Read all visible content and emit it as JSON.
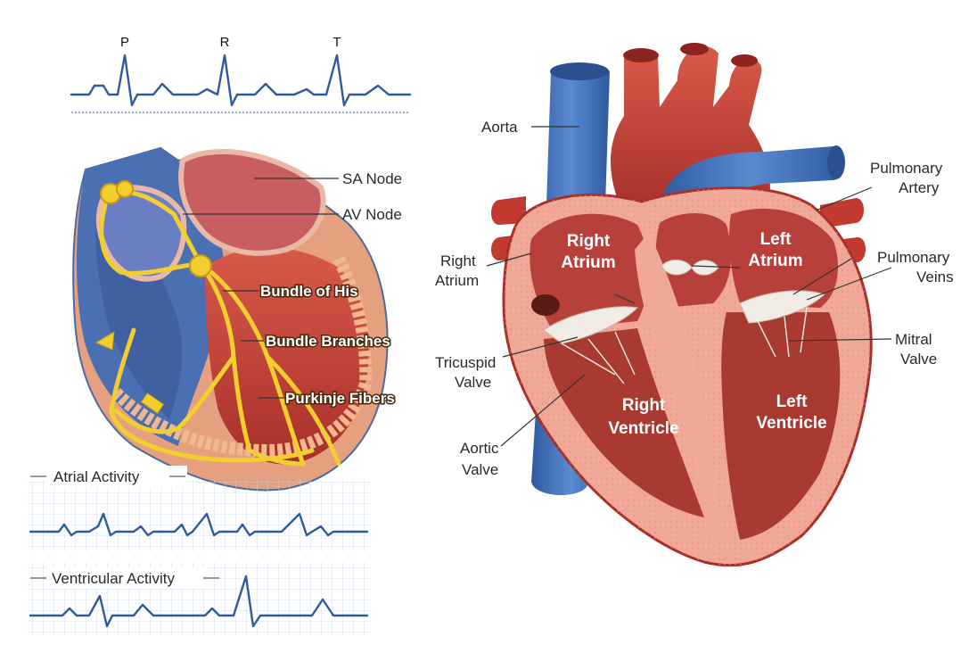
{
  "top_ecg": {
    "peaks": [
      "P",
      "R",
      "T"
    ]
  },
  "conduction_labels": {
    "sa_node": "SA Node",
    "av_node": "AV Node",
    "bundle_of_his": "Bundle of His",
    "bundle_branches": "Bundle Branches",
    "purkinje_fibers": "Purkinje Fibers"
  },
  "strips": {
    "atrial": "Atrial Activity",
    "ventricular": "Ventricular Activity"
  },
  "heart_labels": {
    "aorta": "Aorta",
    "pulmonary_artery_1": "Pulmonary",
    "pulmonary_artery_2": "Artery",
    "right_atrium_out_1": "Right",
    "right_atrium_out_2": "Atrium",
    "pulmonary_veins_1": "Pulmonary",
    "pulmonary_veins_2": "Veins",
    "mitral_valve_1": "Mitral",
    "mitral_valve_2": "Valve",
    "tricuspid_valve_1": "Tricuspid",
    "tricuspid_valve_2": "Valve",
    "aortic_valve_1": "Aortic",
    "aortic_valve_2": "Valve",
    "right_atrium_in_1": "Right",
    "right_atrium_in_2": "Atrium",
    "left_atrium_in_1": "Left",
    "left_atrium_in_2": "Atrium",
    "right_ventricle_1": "Right",
    "right_ventricle_2": "Ventricle",
    "left_ventricle_1": "Left",
    "left_ventricle_2": "Ventricle"
  },
  "colors": {
    "ecg_line": "#2f5b9c",
    "conduction": "#f2cf2e",
    "muscle": "#c8443a",
    "vessel_blue": "#3f6fb5",
    "myocardium_pink": "#f0a898"
  }
}
